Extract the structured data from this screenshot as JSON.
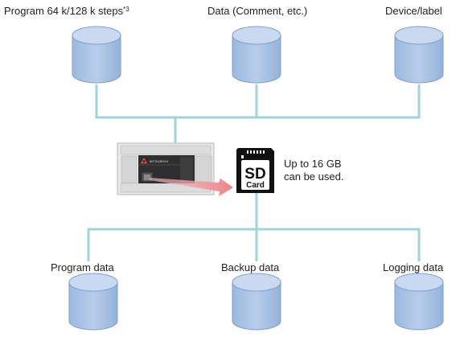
{
  "top_storage": [
    {
      "label": "Program 64 k/128 k steps",
      "note": "*3"
    },
    {
      "label": "Data (Comment, etc.)"
    },
    {
      "label": "Device/label"
    }
  ],
  "bottom_storage": [
    {
      "label": "Program data"
    },
    {
      "label": "Backup data"
    },
    {
      "label": "Logging data"
    }
  ],
  "sd_card": {
    "line1": "SD",
    "line2": "Card",
    "caption_line1": "Up to 16 GB",
    "caption_line2": "can be used."
  },
  "plc": {
    "brand_text": "MITSUBISHI"
  },
  "colors": {
    "line": "#9fd6d4",
    "db_fill": "#a9c4e4",
    "db_top": "#c5d8ef",
    "db_stroke": "#7e9fcb",
    "arrow": "#ef8f96"
  }
}
